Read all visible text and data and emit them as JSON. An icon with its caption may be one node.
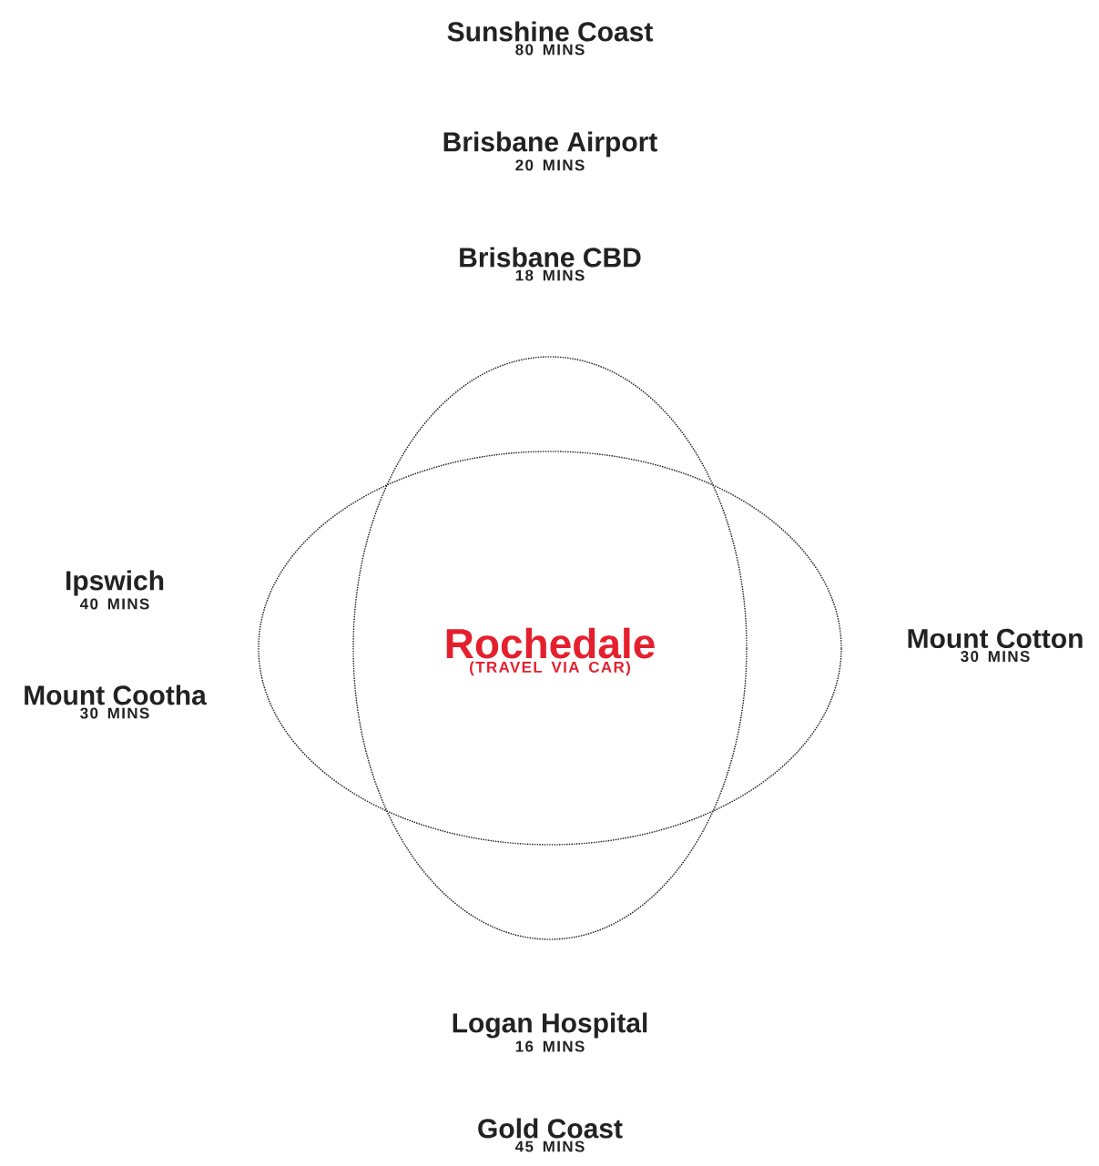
{
  "diagram": {
    "nodes": [
      {
        "text": [
          "Sunshine Coast",
          "80 MINS"
        ]
      },
      {
        "text": [
          "Brisbane Airport",
          "20 MINS"
        ]
      },
      {
        "text": [
          "Brisbane CBD",
          "18 MINS"
        ]
      },
      {
        "text": [
          "Ipswich",
          "40 MINS"
        ]
      },
      {
        "text": [
          "Mount Cootha",
          "30 MINS"
        ]
      },
      {
        "text": [
          "Rochedale",
          "(TRAVEL VIA CAR)"
        ]
      },
      {
        "text": [
          "Mount Cotton",
          "30 MINS"
        ]
      },
      {
        "text": [
          "Logan Hospital",
          "16 MINS"
        ]
      },
      {
        "text": [
          "Gold Coast",
          "45 MINS"
        ]
      }
    ]
  }
}
